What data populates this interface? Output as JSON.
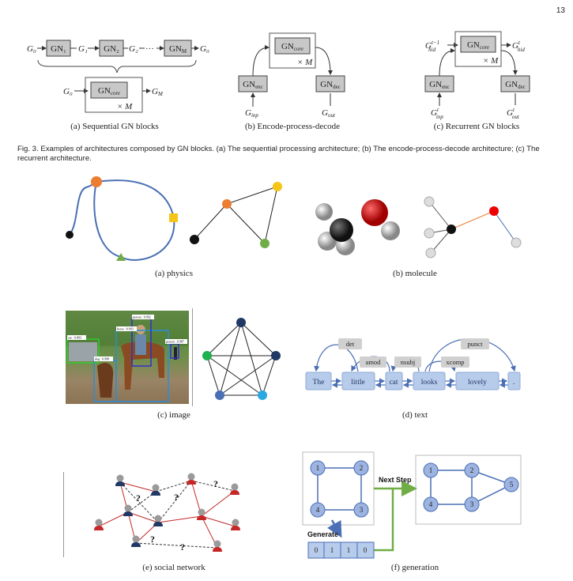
{
  "page_number": "13",
  "top_row": {
    "a": {
      "g0_left": "G₀",
      "gn1": "GN₁",
      "g1": "G₁",
      "gn2": "GN₂",
      "g2": "G₂",
      "ellipsis": "···",
      "gnm": "GN",
      "gnm_sub": "M",
      "g0_right": "G₀",
      "g0_core": "G₀",
      "gn_core": "GN",
      "gn_core_sub": "core",
      "times_m": "× M",
      "gm": "G",
      "gm_sub": "M",
      "caption": "(a) Sequential GN blocks"
    },
    "b": {
      "gn_core": "GN",
      "gn_core_sub": "core",
      "times_m": "× M",
      "gn_enc": "GN",
      "gn_enc_sub": "enc",
      "gn_dec": "GN",
      "gn_dec_sub": "dec",
      "g_inp": "G",
      "g_inp_sub": "inp",
      "g_out": "G",
      "g_out_sub": "out",
      "caption": "(b) Encode-process-decode"
    },
    "c": {
      "g_hid_prev": "G",
      "g_hid_prev_sup": "t−1",
      "g_hid_prev_sub": "hid",
      "gn_core": "GN",
      "gn_core_sub": "core",
      "times_m": "× M",
      "g_hid": "G",
      "g_hid_sup": "t",
      "g_hid_sub": "hid",
      "gn_enc": "GN",
      "gn_enc_sub": "enc",
      "gn_dec": "GN",
      "gn_dec_sub": "dec",
      "g_inp": "G",
      "g_inp_sup": "t",
      "g_inp_sub": "inp",
      "g_out": "G",
      "g_out_sup": "t",
      "g_out_sub": "out",
      "caption": "(c) Recurrent GN blocks"
    }
  },
  "figure_caption": "Fig. 3. Examples of architectures composed by GN blocks. (a) The sequential processing architecture; (b) The encode-process-decode architecture; (c) The recurrent architecture.",
  "panels": {
    "physics": "(a) physics",
    "molecule": "(b) molecule",
    "image": "(c) image",
    "text": "(d) text",
    "social": "(e) social network",
    "generation": "(f) generation"
  },
  "image_labels": [
    "car : 0.803",
    "dog : 0.998",
    "horse : 0.993",
    "person : 0.992",
    "person : 0.987"
  ],
  "text_panel": {
    "words": [
      "The",
      "little",
      "cat",
      "looks",
      "lovely",
      "."
    ],
    "relations": [
      "det",
      "amod",
      "nsubj",
      "xcomp",
      "punct"
    ]
  },
  "social_panel": {
    "unknown_marks": [
      "?",
      "?",
      "?",
      "?"
    ]
  },
  "generation_panel": {
    "nodes_left": [
      "1",
      "2",
      "4",
      "3"
    ],
    "nodes_right": [
      "1",
      "2",
      "4",
      "3",
      "5"
    ],
    "next_step": "Next Step",
    "generate": "Generate",
    "bits": [
      "0",
      "1",
      "1",
      "0"
    ]
  },
  "colors": {
    "edge_blue": "#4a6fb5",
    "orange": "#ed7d31",
    "yellow": "#f5c518",
    "green": "#70ad47",
    "gn_box": "#c8c8c8",
    "word_box": "#b7cbeb",
    "rel_box": "#d0d0d0",
    "node_fill": "#9db3e0",
    "red": "#c62828",
    "navy": "#1f3864"
  }
}
